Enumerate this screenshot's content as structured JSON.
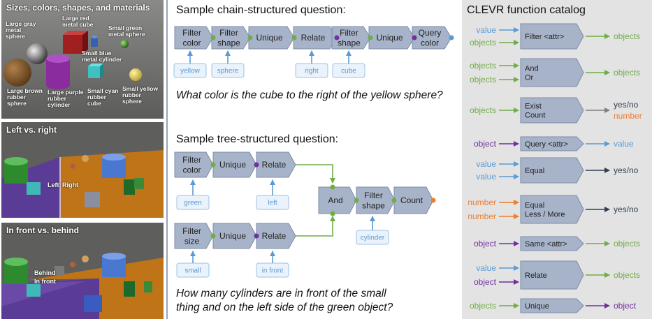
{
  "scenes": [
    {
      "title": "Sizes, colors, shapes, and materials",
      "labels": [
        "Large gray\nmetal\nsphere",
        "Large red\nmetal cube",
        "Small green\nmetal sphere",
        "Small blue\nmetal cylinder",
        "Large brown\nrubber\nsphere",
        "Large purple\nrubber\ncylinder",
        "Small cyan\nrubber\ncube",
        "Small yellow\nrubber\nsphere"
      ]
    },
    {
      "title": "Left vs. right",
      "labels": [
        "Left",
        "Right"
      ]
    },
    {
      "title": "In front vs. behind",
      "labels": [
        "Behind",
        "In front"
      ]
    }
  ],
  "chain": {
    "heading": "Sample chain-structured question:",
    "nodes": [
      "Filter\ncolor",
      "Filter\nshape",
      "Unique",
      "Relate",
      "Filter\nshape",
      "Unique",
      "Query\ncolor"
    ],
    "inputs": [
      "yellow",
      "sphere",
      "right",
      "cube"
    ],
    "question": "What color is the cube to the right of the yellow sphere?"
  },
  "tree": {
    "heading": "Sample tree-structured question:",
    "top_nodes": [
      "Filter\ncolor",
      "Unique",
      "Relate"
    ],
    "top_inputs": [
      "green",
      "left"
    ],
    "bottom_nodes": [
      "Filter\nsize",
      "Unique",
      "Relate"
    ],
    "bottom_inputs": [
      "small",
      "in front"
    ],
    "right_nodes": [
      "And",
      "Filter\nshape",
      "Count"
    ],
    "right_inputs": [
      "cylinder"
    ],
    "question": "How many cylinders are in front of the small\nthing and on the left side of the green object?"
  },
  "catalog": {
    "title": "CLEVR function catalog",
    "rows": [
      {
        "inputs": [
          "value",
          "objects"
        ],
        "box": "Filter <attr>",
        "outputs": [
          "objects"
        ]
      },
      {
        "inputs": [
          "objects",
          "objects"
        ],
        "box": "And\nOr",
        "outputs": [
          "objects"
        ]
      },
      {
        "inputs": [
          "objects"
        ],
        "box": "Exist\nCount",
        "outputs": [
          "yes/no",
          "number"
        ]
      },
      {
        "inputs": [
          "object"
        ],
        "box": "Query <attr>",
        "outputs": [
          "value"
        ]
      },
      {
        "inputs": [
          "value",
          "value"
        ],
        "box": "Equal",
        "outputs": [
          "yes/no"
        ]
      },
      {
        "inputs": [
          "number",
          "number"
        ],
        "box": "Equal\nLess / More",
        "outputs": [
          "yes/no"
        ]
      },
      {
        "inputs": [
          "object"
        ],
        "box": "Same <attr>",
        "outputs": [
          "objects"
        ]
      },
      {
        "inputs": [
          "value",
          "object"
        ],
        "box": "Relate",
        "outputs": [
          "objects"
        ]
      },
      {
        "inputs": [
          "objects"
        ],
        "box": "Unique",
        "outputs": [
          "object"
        ]
      }
    ]
  },
  "colors": {
    "node_fill": "#a7b3c9",
    "node_stroke": "#7e8ca8",
    "input_fill": "#eaf2fb",
    "input_stroke": "#9cc3e6",
    "input_text": "#5b9bd5",
    "green": "#70ad47",
    "purple": "#7030a0",
    "blue_dot": "#5b9bd5",
    "orange": "#ed7d31",
    "gray": "#7f7f7f",
    "dark": "#333f50"
  }
}
